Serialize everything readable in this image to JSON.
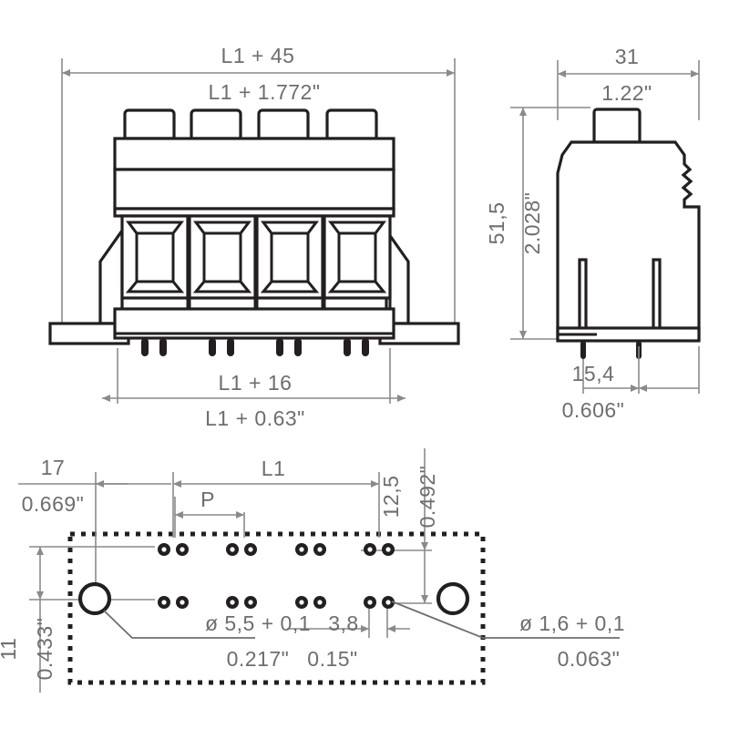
{
  "drawing": {
    "title": "Terminal block technical dimension drawing",
    "units_note": "metric over inch",
    "line_color": "#231f20",
    "dimension_color": "#8a8a8a",
    "text_color": "#6e6e6e",
    "background": "#ffffff"
  },
  "views": {
    "front": {
      "name": "front-view",
      "poles": 4,
      "pin_pairs": 4,
      "dimensions": {
        "overall_width_metric": "L1 + 45",
        "overall_width_inch": "L1 + 1.772\"",
        "pin_span_metric": "L1 + 16",
        "pin_span_inch": "L1 + 0.63\""
      }
    },
    "side": {
      "name": "side-view",
      "dimensions": {
        "width_metric": "31",
        "width_inch": "1.22\"",
        "height_metric": "51,5",
        "height_inch": "2.028\"",
        "depth_metric": "15,4",
        "depth_inch": "0.606\""
      }
    },
    "pcb": {
      "name": "pcb-layout-view",
      "hole_rows": 2,
      "holes_per_row": 8,
      "mounting_holes": 2,
      "dimensions": {
        "edge_offset_metric": "17",
        "edge_offset_inch": "0.669\"",
        "length_label": "L1",
        "pitch_label": "P",
        "row_spacing_metric": "12,5",
        "row_spacing_inch": "0.492\"",
        "left_vertical_metric": "11",
        "left_vertical_inch": "0.433\"",
        "mounting_hole_dia_metric": "ø 5,5 + 0,1",
        "mounting_hole_dia_inch": "0.217\"",
        "pair_spacing_metric": "3,8",
        "pair_spacing_inch": "0.15\"",
        "pin_hole_dia_metric": "ø 1,6 + 0,1",
        "pin_hole_dia_inch": "0.063\""
      }
    }
  }
}
